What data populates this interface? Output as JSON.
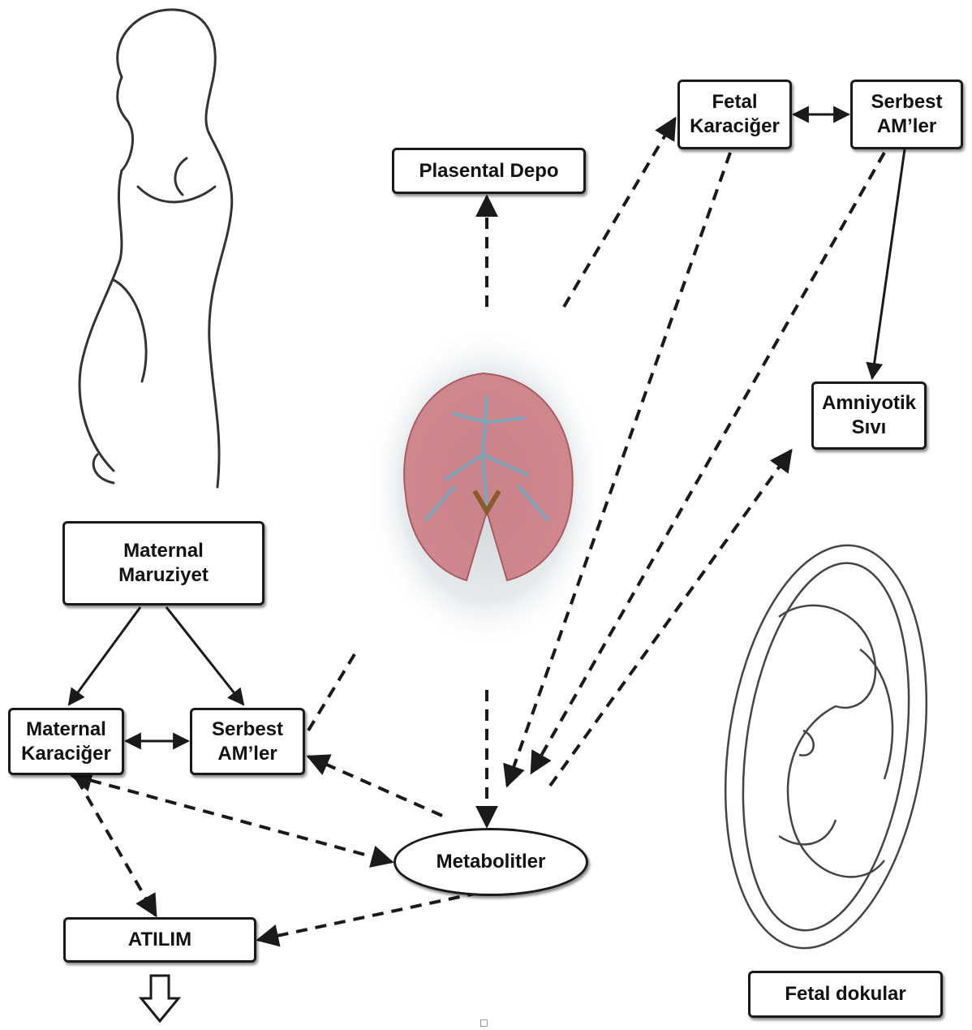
{
  "nodes": {
    "placental_depot": "Plasental Depo",
    "fetal_liver": [
      "Fetal",
      "Karaciğer"
    ],
    "free_am_fetal": [
      "Serbest",
      "AM’ler"
    ],
    "amniotic_fluid": [
      "Amniyotik",
      "Sıvı"
    ],
    "maternal_exposure": [
      "Maternal",
      "Maruziyet"
    ],
    "maternal_liver": [
      "Maternal",
      "Karaciğer"
    ],
    "free_am_maternal": [
      "Serbest",
      "AM’ler"
    ],
    "metabolites": "Metabolitler",
    "excretion": "ATILIM",
    "fetal_tissues": "Fetal dokular"
  },
  "footer_glyph": "□",
  "colors": {
    "line": "#1a1a1a",
    "placenta": "#c9767c",
    "membrane": "#b9c0c6",
    "vessel": "#7fa3b8"
  }
}
